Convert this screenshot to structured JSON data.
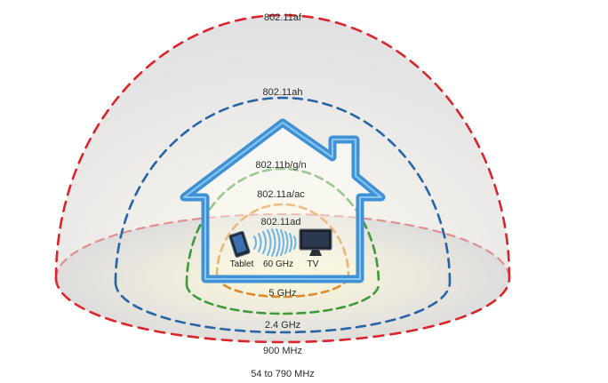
{
  "standards": {
    "af": "802.11af",
    "ah": "802.11ah",
    "bgn": "802.11b/g/n",
    "a_ac": "802.11a/ac",
    "ad": "802.11ad"
  },
  "frequencies": {
    "ghz5": "5 GHz",
    "ghz24": "2.4 GHz",
    "mhz900": "900 MHz",
    "mhz54_790": "54 to 790 MHz"
  },
  "devices": {
    "tablet": "Tablet",
    "link": "60 GHz",
    "tv": "TV"
  },
  "colors": {
    "red": "#d9252b",
    "blue": "#2565a8",
    "green": "#3f9b3a",
    "orange": "#e08a2a",
    "house": "#3f92d6"
  }
}
